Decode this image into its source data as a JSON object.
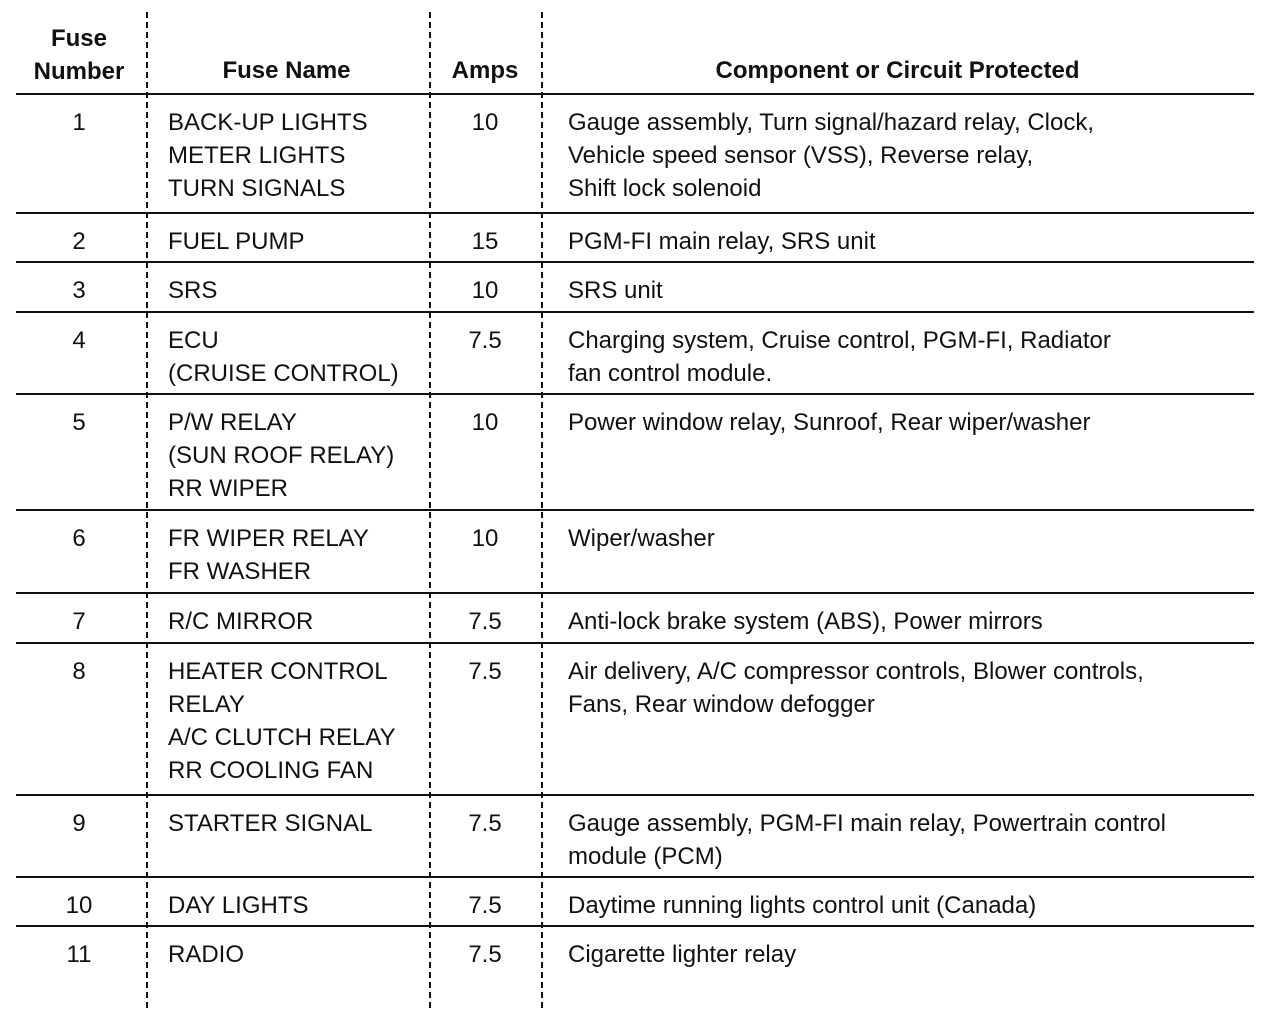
{
  "headers": {
    "fuse_number": [
      "Fuse",
      "Number"
    ],
    "fuse_name": "Fuse Name",
    "amps": "Amps",
    "component": "Component or Circuit Protected"
  },
  "rows": [
    {
      "number": "1",
      "name": [
        "BACK-UP LIGHTS",
        "METER LIGHTS",
        "TURN SIGNALS"
      ],
      "amps": "10",
      "component": [
        "Gauge assembly, Turn signal/hazard relay, Clock,",
        "Vehicle speed sensor (VSS), Reverse relay,",
        "Shift lock solenoid"
      ]
    },
    {
      "number": "2",
      "name": [
        "FUEL PUMP"
      ],
      "amps": "15",
      "component": [
        "PGM-FI main relay, SRS unit"
      ]
    },
    {
      "number": "3",
      "name": [
        "SRS"
      ],
      "amps": "10",
      "component": [
        "SRS unit"
      ]
    },
    {
      "number": "4",
      "name": [
        "ECU",
        "(CRUISE CONTROL)"
      ],
      "amps": "7.5",
      "component": [
        "Charging system, Cruise control, PGM-FI, Radiator",
        "fan control module."
      ]
    },
    {
      "number": "5",
      "name": [
        "P/W RELAY",
        "(SUN ROOF RELAY)",
        "RR WIPER"
      ],
      "amps": "10",
      "component": [
        "Power window relay, Sunroof, Rear wiper/washer"
      ]
    },
    {
      "number": "6",
      "name": [
        "FR WIPER RELAY",
        "FR WASHER"
      ],
      "amps": "10",
      "component": [
        "Wiper/washer"
      ]
    },
    {
      "number": "7",
      "name": [
        "R/C MIRROR"
      ],
      "amps": "7.5",
      "component": [
        "Anti-lock brake system (ABS), Power mirrors"
      ]
    },
    {
      "number": "8",
      "name": [
        "HEATER CONTROL",
        "RELAY",
        "A/C CLUTCH RELAY",
        "RR COOLING FAN"
      ],
      "amps": "7.5",
      "component": [
        "Air delivery, A/C compressor controls, Blower controls,",
        "Fans, Rear window defogger"
      ]
    },
    {
      "number": "9",
      "name": [
        "STARTER SIGNAL"
      ],
      "amps": "7.5",
      "component": [
        "Gauge assembly, PGM-FI main relay, Powertrain control",
        "module (PCM)"
      ]
    },
    {
      "number": "10",
      "name": [
        "DAY LIGHTS"
      ],
      "amps": "7.5",
      "component": [
        "Daytime running lights control unit (Canada)"
      ]
    },
    {
      "number": "11",
      "name": [
        "RADIO"
      ],
      "amps": "7.5",
      "component": [
        "Cigarette lighter relay"
      ]
    }
  ]
}
